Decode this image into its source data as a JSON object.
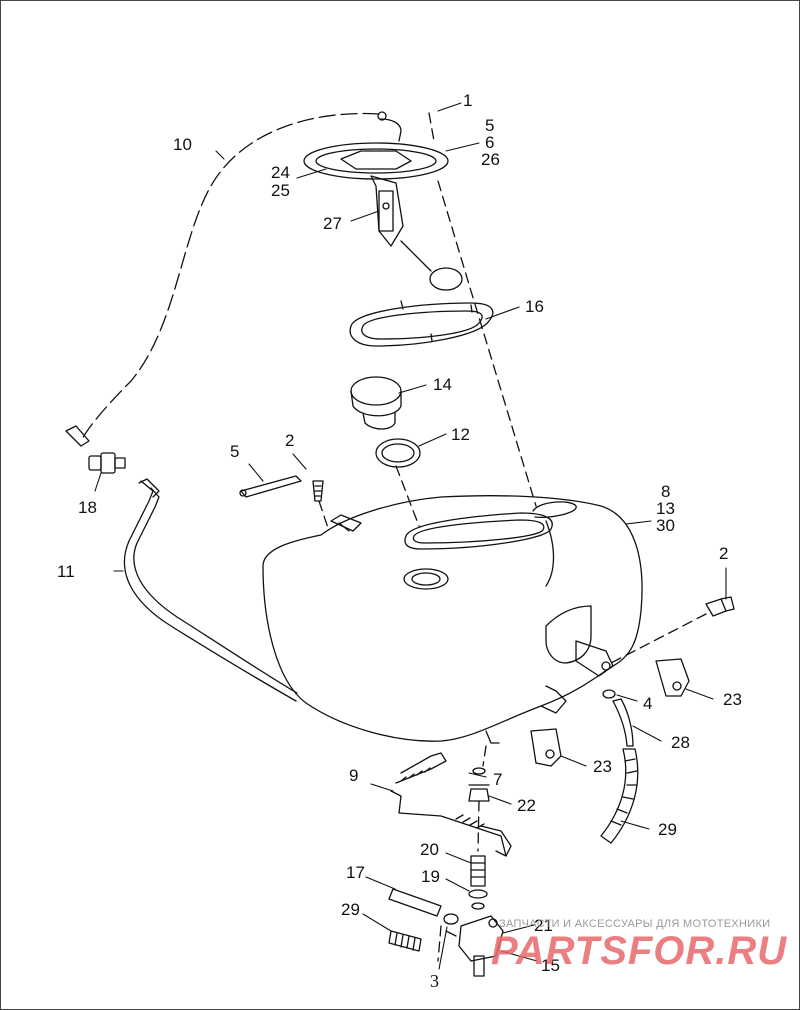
{
  "callouts": {
    "c1": "1",
    "c5a": "5",
    "c6": "6",
    "c26": "26",
    "c10": "10",
    "c24": "24",
    "c25": "25",
    "c27": "27",
    "c16": "16",
    "c14": "14",
    "c12": "12",
    "c5b": "5",
    "c2a": "2",
    "c18": "18",
    "c8": "8",
    "c13": "13",
    "c30": "30",
    "c11": "11",
    "c2b": "2",
    "c4": "4",
    "c23a": "23",
    "c23b": "23",
    "c28": "28",
    "c9": "9",
    "c7": "7",
    "c22": "22",
    "c29a": "29",
    "c20": "20",
    "c17": "17",
    "c19": "19",
    "c29b": "29",
    "c21": "21",
    "c15": "15",
    "c3": "3"
  },
  "watermark": {
    "text": "ЗАПЧАСТИ И АКСЕССУАРЫ ДЛЯ МОТОТЕХНИКИ",
    "logo": "PARTSFOR.RU",
    "color": "#e8686a"
  }
}
